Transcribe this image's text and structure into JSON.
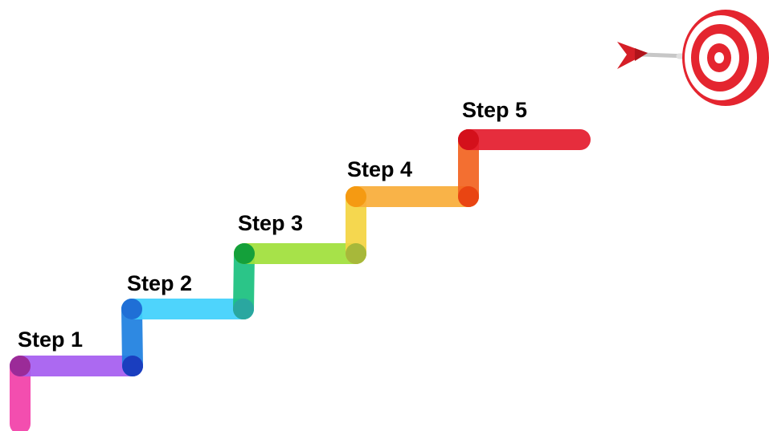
{
  "steps": [
    {
      "label": "Step 1",
      "tread_color": "#a55cf0",
      "riser_color": "#f23fa8"
    },
    {
      "label": "Step 2",
      "tread_color": "#3fd0fc",
      "riser_color": "#1c7fe0"
    },
    {
      "label": "Step 3",
      "tread_color": "#9fe03a",
      "riser_color": "#19c07e"
    },
    {
      "label": "Step 4",
      "tread_color": "#f9ad38",
      "riser_color": "#f4d440"
    },
    {
      "label": "Step 5",
      "tread_color": "#e41b2c",
      "riser_color": "#f2631f"
    }
  ],
  "corner_colors": {
    "step1_left": "#9b2b98",
    "step1_right": "#1a3ebf",
    "step2_left": "#1f6fd6",
    "step2_right": "#2aa7a0",
    "step3_left": "#14a03a",
    "step3_right": "#a7b83a",
    "step4_left": "#f59a12",
    "step4_right": "#e94512",
    "step5_left": "#d4101b"
  },
  "target": {
    "icon": "dartboard-target-icon",
    "ring_color": "#e4252f",
    "inner_color": "#ffffff",
    "dart_color": "#d51f27"
  }
}
